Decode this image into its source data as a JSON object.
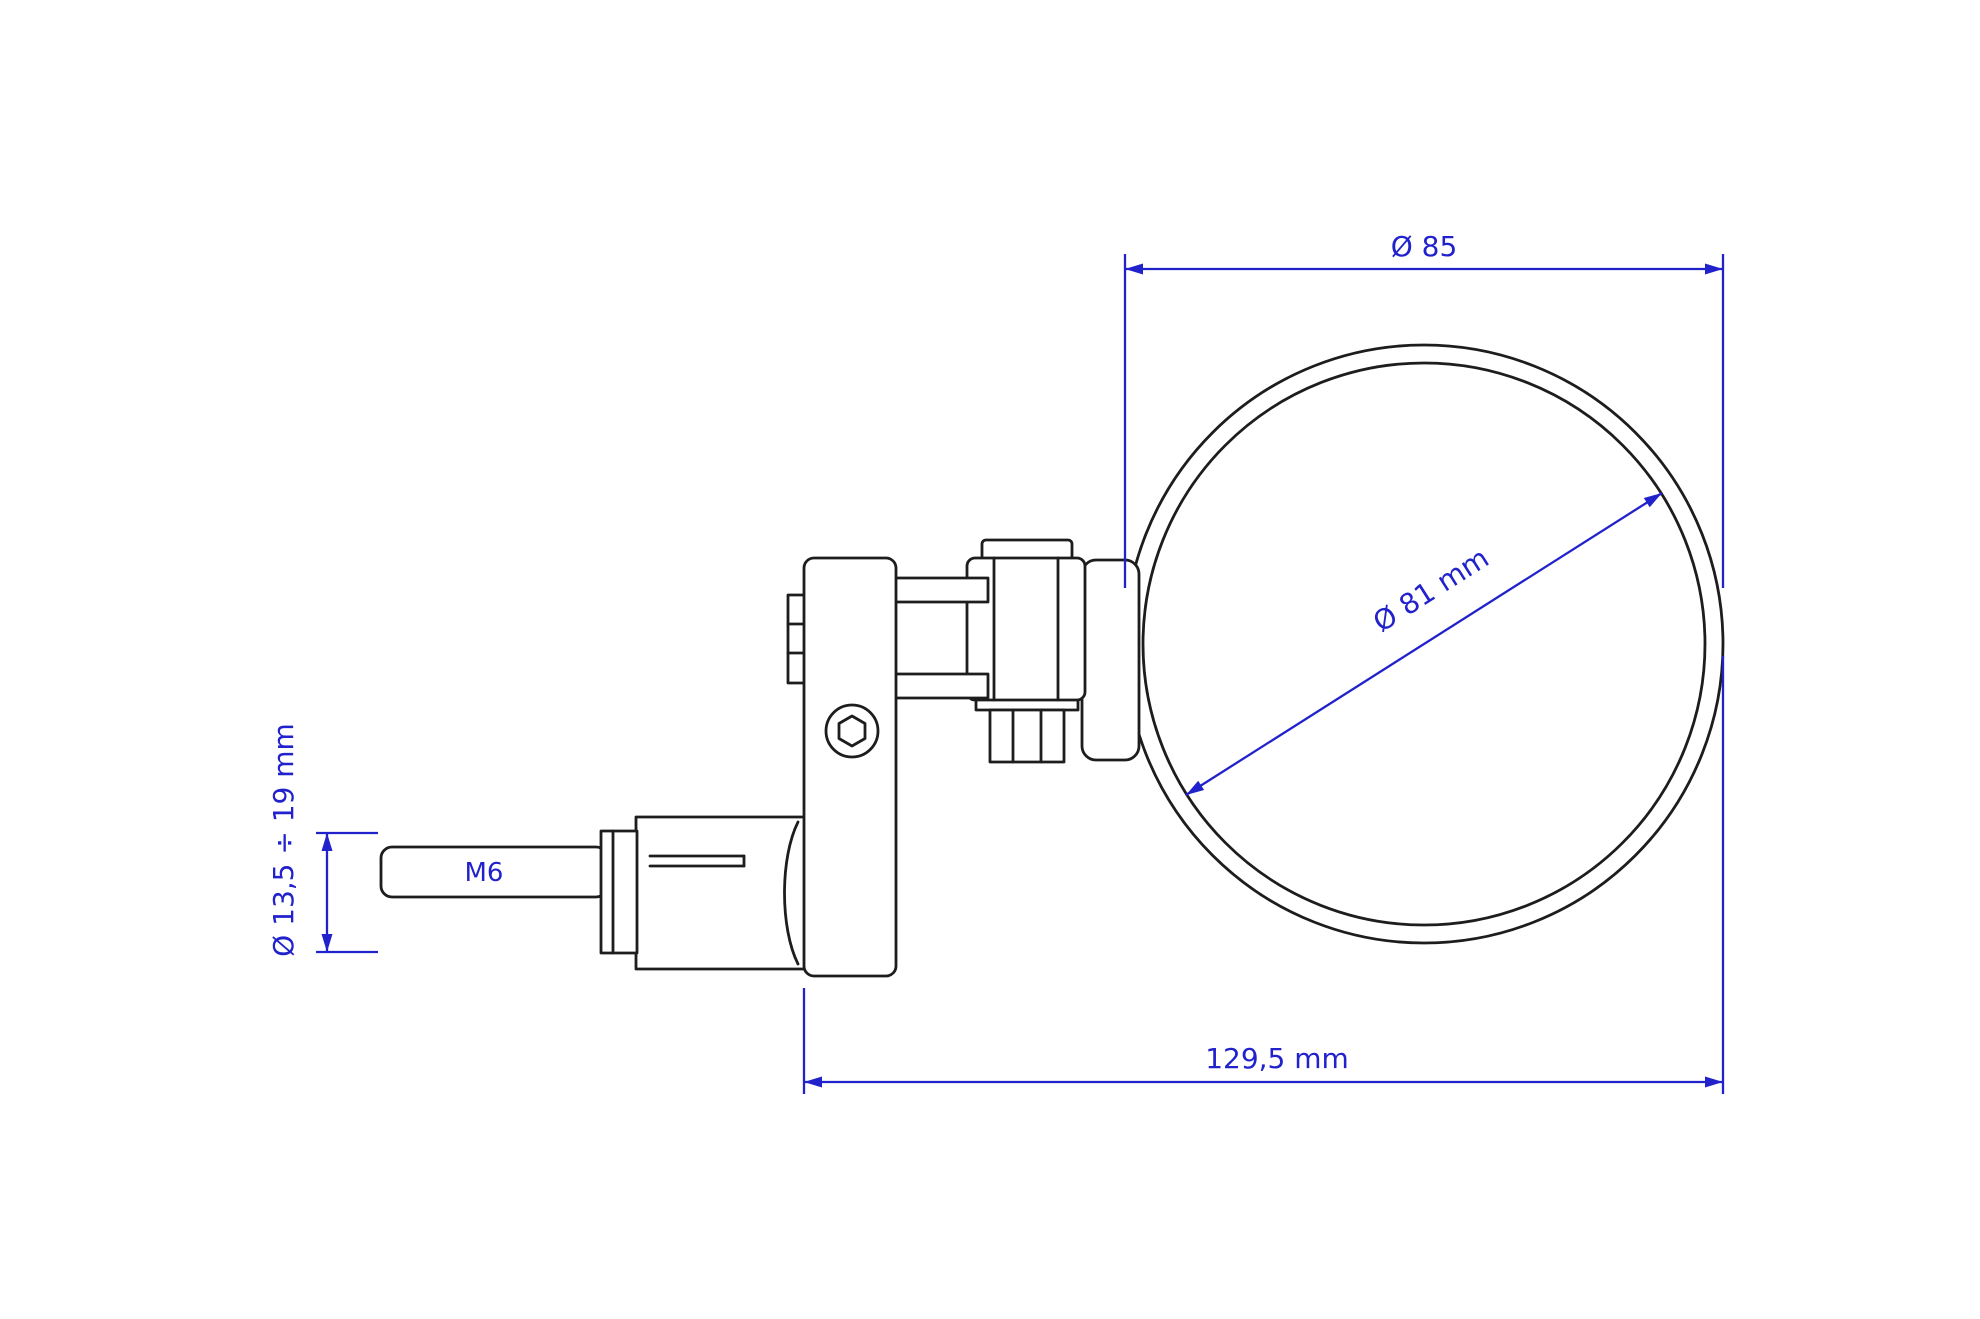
{
  "colors": {
    "line": "#1d1d1d",
    "dimension": "#2222cc",
    "background": "#ffffff"
  },
  "labels": {
    "outer_diameter": "Ø 85",
    "mirror_diameter": "Ø 81 mm",
    "overall_length": "129,5 mm",
    "thread": "M6",
    "clamp_range": "Ø 13,5 ÷ 19 mm"
  }
}
